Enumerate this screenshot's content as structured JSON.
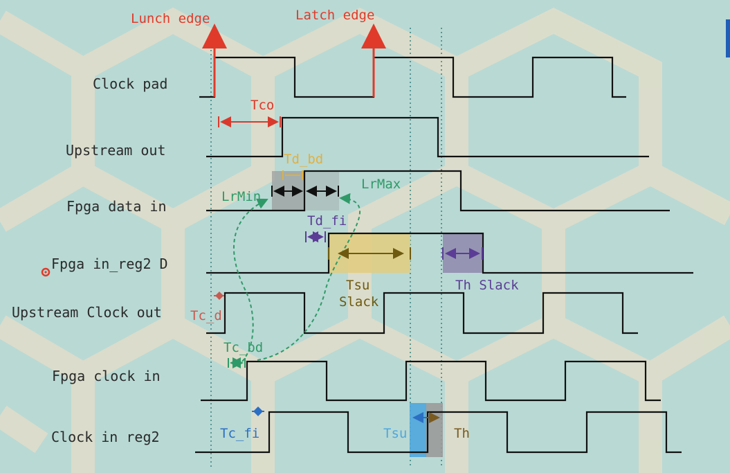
{
  "signals": [
    {
      "label": "Clock pad"
    },
    {
      "label": "Upstream out"
    },
    {
      "label": "Fpga data in"
    },
    {
      "label": "Fpga in_reg2 D"
    },
    {
      "label": "Upstream Clock out"
    },
    {
      "label": "Fpga clock in"
    },
    {
      "label": "Clock in reg2"
    }
  ],
  "edges": {
    "launch": "Lunch edge",
    "latch": "Latch edge"
  },
  "annotations": {
    "tco": "Tco",
    "td_bd": "Td_bd",
    "lrmin": "LrMin",
    "lrmax": "LrMax",
    "td_fi": "Td_fi",
    "tsu_slack_1": "Tsu",
    "tsu_slack_2": "Slack",
    "th_slack": "Th Slack",
    "tc_d": "Tc_d",
    "tc_bd": "Tc_bd",
    "tc_fi": "Tc_fi",
    "tsu": "Tsu",
    "th": "Th"
  },
  "colors": {
    "background": "#b9d9d4",
    "edge_marker": "#e03a2a",
    "tco": "#d9392c",
    "td_bd": "#e0b040",
    "lr": "#2f9a68",
    "td_fi": "#7a4aa8",
    "tsu_slack": "#e2cd7e",
    "th_slack": "#8f87ad",
    "tc_d": "#c95a50",
    "tc_fi": "#2b6fc4",
    "tsu": "#4fa6dc",
    "th": "#9a9a9a"
  }
}
